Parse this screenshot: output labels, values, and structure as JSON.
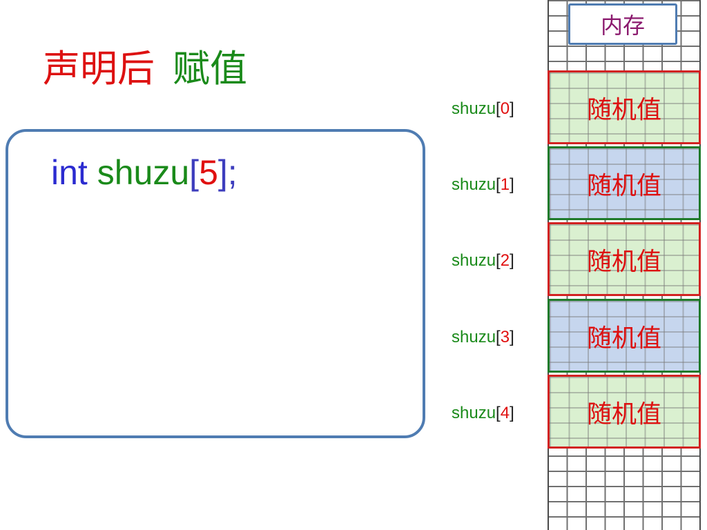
{
  "title": {
    "part1": "声明后",
    "part2": "赋值"
  },
  "code": {
    "keyword": "int",
    "name": "shuzu",
    "open": "[",
    "size": "5",
    "close": "]",
    "semi": ";"
  },
  "memory": {
    "label": "内存",
    "cells": [
      {
        "name": "shuzu",
        "index": "0",
        "value": "随机值"
      },
      {
        "name": "shuzu",
        "index": "1",
        "value": "随机值"
      },
      {
        "name": "shuzu",
        "index": "2",
        "value": "随机值"
      },
      {
        "name": "shuzu",
        "index": "3",
        "value": "随机值"
      },
      {
        "name": "shuzu",
        "index": "4",
        "value": "随机值"
      }
    ]
  },
  "colors": {
    "red": "#dd1111",
    "green": "#1a8a1a",
    "blue": "#2b2bd0",
    "cell_green": "#daf0d0",
    "cell_blue": "#c6d6ee",
    "frame": "#4f7cb2"
  }
}
